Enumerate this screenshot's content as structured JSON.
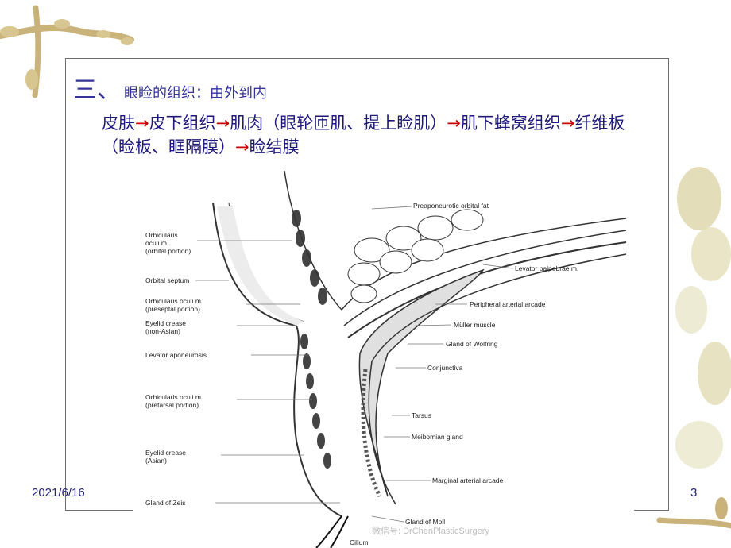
{
  "slide": {
    "heading_number": "三、",
    "heading_text": "眼睑的组织：由外到内",
    "line1": [
      {
        "t": "皮肤",
        "arrow": false
      },
      {
        "t": "→",
        "arrow": true
      },
      {
        "t": "皮下组织",
        "arrow": false
      },
      {
        "t": "→",
        "arrow": true
      },
      {
        "t": "肌肉（眼轮匝肌、提上睑肌）",
        "arrow": false
      },
      {
        "t": "→",
        "arrow": true
      },
      {
        "t": "肌下蜂窝组织",
        "arrow": false
      },
      {
        "t": "→",
        "arrow": true
      },
      {
        "t": "纤维板（睑板、眶隔膜）",
        "arrow": false
      },
      {
        "t": "→",
        "arrow": true
      },
      {
        "t": "睑结膜",
        "arrow": false
      }
    ],
    "date": "2021/6/16",
    "page_number": "3"
  },
  "figure": {
    "labels_left": {
      "orbicularis_orbital_1": "Orbicularis",
      "orbicularis_orbital_2": "oculi m.",
      "orbicularis_orbital_3": "(orbital portion)",
      "orbital_septum": "Orbital septum",
      "preseptal_1": "Orbicularis oculi m.",
      "preseptal_2": "(preseptal portion)",
      "crease_non_asian_1": "Eyelid crease",
      "crease_non_asian_2": "(non-Asian)",
      "levator_aponeurosis": "Levator aponeurosis",
      "pretarsal_1": "Orbicularis oculi m.",
      "pretarsal_2": "(pretarsal portion)",
      "crease_asian_1": "Eyelid crease",
      "crease_asian_2": "(Asian)",
      "gland_zeis": "Gland of Zeis"
    },
    "labels_right": {
      "preaponeurotic_fat": "Preaponeurotic orbital fat",
      "levator_palpebrae": "Levator palpebrae m.",
      "peripheral_arcade": "Peripheral arterial arcade",
      "muller": "Müller muscle",
      "wolfring": "Gland of Wolfring",
      "conjunctiva": "Conjunctiva",
      "tarsus": "Tarsus",
      "meibomian": "Meibomian gland",
      "marginal_arcade": "Marginal arterial arcade",
      "gland_moll": "Gland of Moll",
      "cilium": "Cilium"
    },
    "watermark": "微信号: DrChenPlasticSurgery"
  },
  "colors": {
    "heading": "#343399",
    "body_text": "#1f1a7a",
    "arrow": "#cc0000",
    "frame": "#6e6e6e"
  }
}
